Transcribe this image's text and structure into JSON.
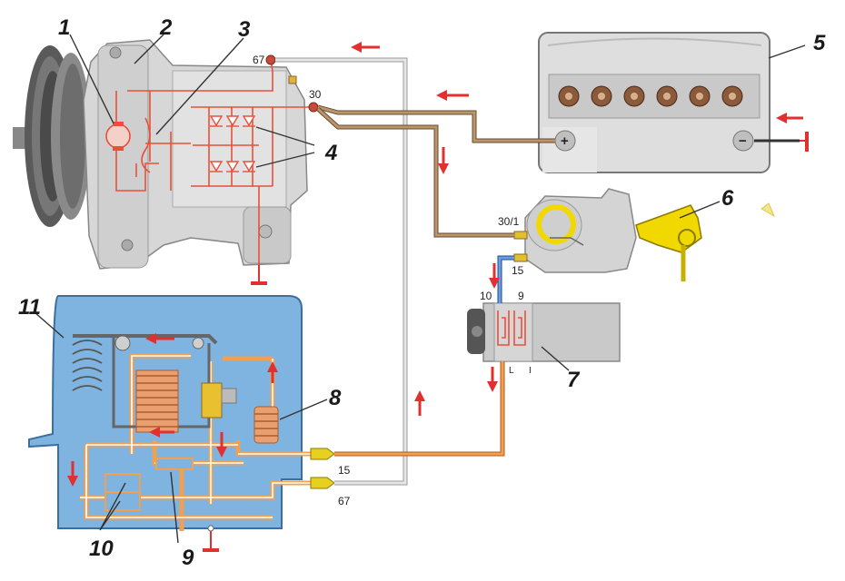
{
  "callouts": [
    "1",
    "2",
    "3",
    "4",
    "5",
    "6",
    "7",
    "8",
    "9",
    "10",
    "11"
  ],
  "terminals": {
    "gen_67": "67",
    "gen_30": "30",
    "ign_30_1": "30/1",
    "ign_15": "15",
    "fuse_10": "10",
    "fuse_9": "9",
    "fuse_L": "L",
    "fuse_I": "I",
    "reg_15": "15",
    "reg_67": "67"
  },
  "battery_symbols": {
    "plus": "+",
    "minus": "−"
  },
  "colors": {
    "wire_gray": "#c8c8c8",
    "wire_brown": "#9a7a5a",
    "wire_orange": "#e58a3a",
    "wire_blue": "#3b6fc4",
    "circuit_red": "#e8503a",
    "flow_arrow": "#e03030",
    "regulator_fill": "#7fb4e0",
    "generator_body": "#d7d7d7",
    "battery_body": "#dedede",
    "key_yellow": "#f0d800",
    "ground": "#e03030"
  }
}
